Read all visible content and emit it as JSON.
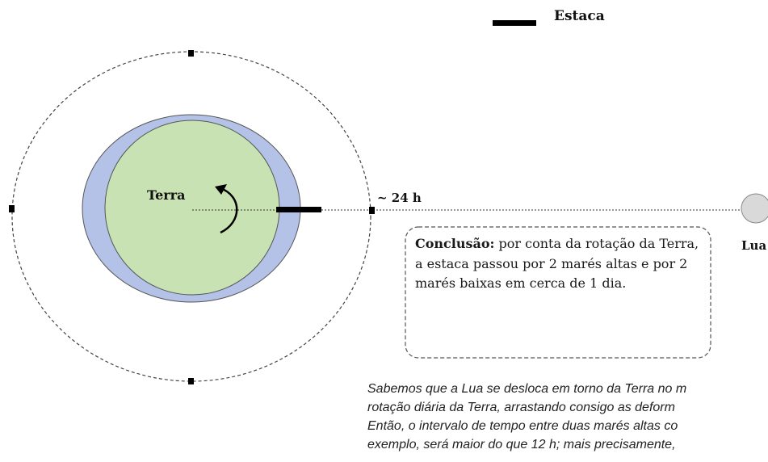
{
  "legend": {
    "label": "Estaca",
    "swatch_color": "#000000"
  },
  "diagram": {
    "earth_label": "Terra",
    "moon_label": "Lua",
    "time_label": "~ 24 h",
    "colors": {
      "earth_fill": "#c9e2b3",
      "tidal_bulge_fill": "#b3c2e6",
      "moon_fill": "#d9d9d9",
      "stake": "#000000"
    }
  },
  "conclusion": {
    "heading": "Conclusão:",
    "body": "por conta da rotação da Terra, a estaca passou por 2 marés altas e por 2 marés baixas em cerca de 1 dia."
  },
  "note": {
    "lines": [
      "Sabemos que a Lua se desloca em torno da Terra no m",
      "rotação diária da Terra, arrastando consigo as deform",
      "Então, o intervalo de tempo entre duas marés altas co",
      "exemplo, será maior do que 12 h; mais precisamente,"
    ]
  }
}
